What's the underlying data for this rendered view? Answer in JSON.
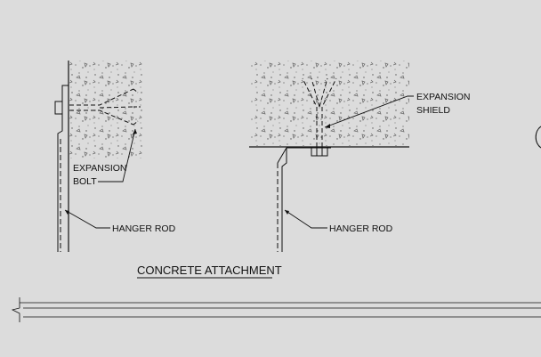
{
  "labels": {
    "expansion_bolt": [
      "EXPANSION",
      "BOLT"
    ],
    "hanger_rod_left": "HANGER ROD",
    "expansion_shield": [
      "EXPANSION",
      "SHIELD"
    ],
    "hanger_rod_right": "HANGER ROD"
  },
  "title": "CONCRETE ATTACHMENT",
  "colors": {
    "background": "#dcdcdc",
    "linework": "#111111",
    "stipple": "#555555"
  }
}
